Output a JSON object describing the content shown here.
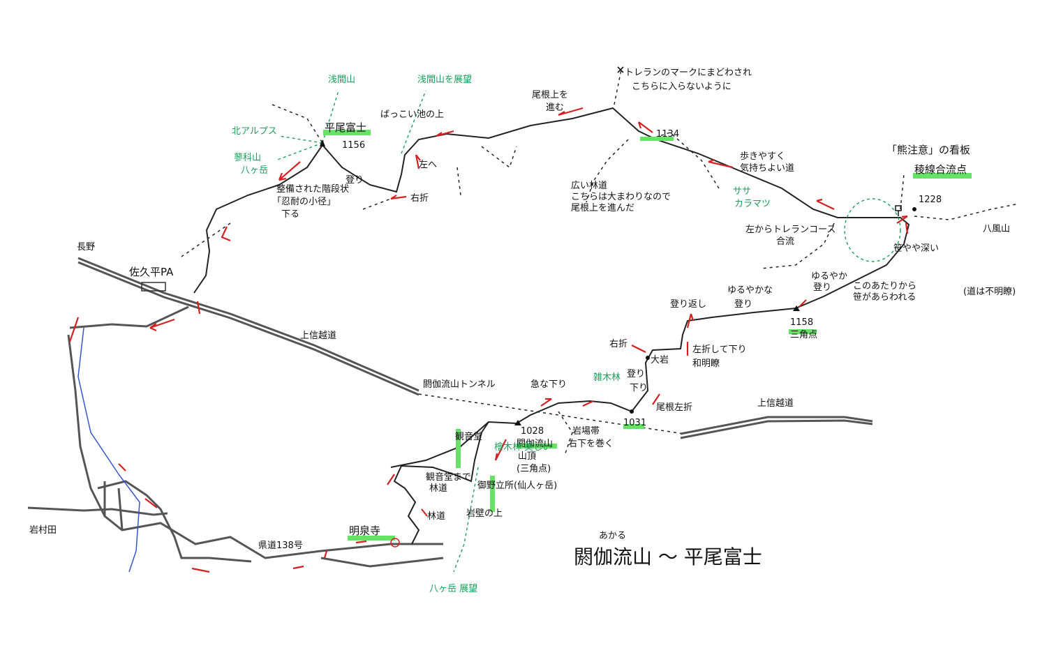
{
  "title": {
    "ruby": "あかる",
    "main": "閼伽流山 〜 平尾富士"
  },
  "peaks": {
    "hirao_name": "平尾富士",
    "hirao_elev": "1156",
    "akaru_elev": "1028",
    "akaru_name": "閼伽流山",
    "akaru_sub1": "山頂",
    "akaru_sub2": "(三角点)",
    "p1031": "1031",
    "p1134": "1134",
    "p1158": "1158",
    "p1158_sub": "三角点",
    "p1228": "1228"
  },
  "green_labels": {
    "asama_top": "浅間山",
    "asama_view": "浅間山を展望",
    "kita_alps": "北アルプス",
    "tateshina": "蓼科山",
    "yatsu": "八ヶ岳",
    "sasa": "ササ",
    "karamatsu": "カラマツ",
    "zoki": "雑木林",
    "hinoki": "檜木林 美しい",
    "yatsu_view": "八ヶ岳 展望"
  },
  "notes": {
    "bakkoike": "ばっこい池の上",
    "hidarihe": "左へ",
    "usetsu_top": "右折",
    "nobori_top": "登り",
    "kaidan1": "整備された階段状",
    "kaidan2": "「忍耐の小径」",
    "kaidan3": "下る",
    "one_ue1": "尾根上を",
    "one_ue2": "進む",
    "trail_mark1": "トレランのマークにまどわされ",
    "trail_mark2": "こちらに入らないように",
    "rindou1": "広い林道",
    "rindou2": "こちらは大まわりなので",
    "rindou3": "尾根上を進んだ",
    "arukiyasui1": "歩きやすく",
    "arukiyasui2": "気持ちよい道",
    "kumanoma": "「熊注意」の看板",
    "ryosen": "稜線合流点",
    "trailrun1": "左からトレランコース",
    "trailrun2": "合流",
    "sasaya": "笹やや深い",
    "yurui1_a": "ゆるやか",
    "yurui1_b": "登り",
    "yurui2_a": "ゆるやかな",
    "yurui2_b": "登り",
    "sasa_area1": "このあたりから",
    "sasa_area2": "笹があらわれる",
    "noborikaeshi": "登り返し",
    "usetsu_mid": "右折",
    "sasetsu_kudari": "左折して下り",
    "wa_meiryo": "和明瞭",
    "ooiwa": "大岩",
    "nobori_mid": "登り",
    "kudari_mid": "下り",
    "kyuna": "急な下り",
    "one_sasetsu": "尾根左折",
    "iwaba1": "岩場帯",
    "iwaba2": "右下を巻く",
    "kannon": "観音堂",
    "kannon_rindou1": "観音堂まで",
    "kannon_rindou2": "林道",
    "rindou_low": "林道",
    "gonotachi": "御野立所(仙人ヶ岳)",
    "iwakabe": "岩壁の上",
    "meisenji": "明泉寺",
    "yahazekaze": "八風山",
    "michi_fumei": "(道は不明瞭)"
  },
  "roads": {
    "nagano": "長野",
    "sakudaira_pa": "佐久平PA",
    "joshinetsu1": "上信越道",
    "tunnel": "閼伽流山トンネル",
    "joshinetsu2": "上信越道",
    "kendo": "県道138号",
    "iwamurata": "岩村田"
  },
  "colors": {
    "route_arrow": "#d42020",
    "highlight": "#66e266",
    "view_label": "#1aa05a",
    "river": "#3355cc"
  }
}
